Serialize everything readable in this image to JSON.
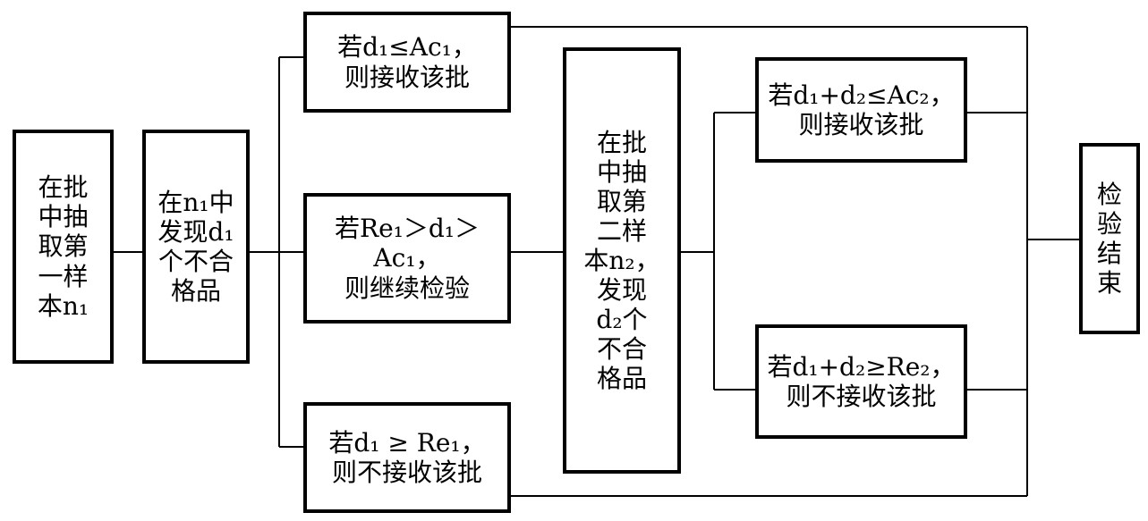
{
  "diagram": {
    "boxes": {
      "sample1": "在批\n中抽\n取第\n一样\n本n₁",
      "find1": "在n₁中\n发现d₁\n个不合\n格品",
      "accept1": "若d₁≤Ac₁，\n则接收该批",
      "continue": "若Re₁＞d₁＞Ac₁，\n则继续检验",
      "reject1": "若d₁ ≥ Re₁，\n则不接收该批",
      "sample2": "在批\n中抽\n取第\n二样\n本n₂，\n发现\nd₂个\n不合\n格品",
      "accept2": "若d₁+d₂≤Ac₂，\n则接收该批",
      "reject2": "若d₁+d₂≥Re₂，\n则不接收该批",
      "end": "检\n验\n结\n束"
    }
  }
}
